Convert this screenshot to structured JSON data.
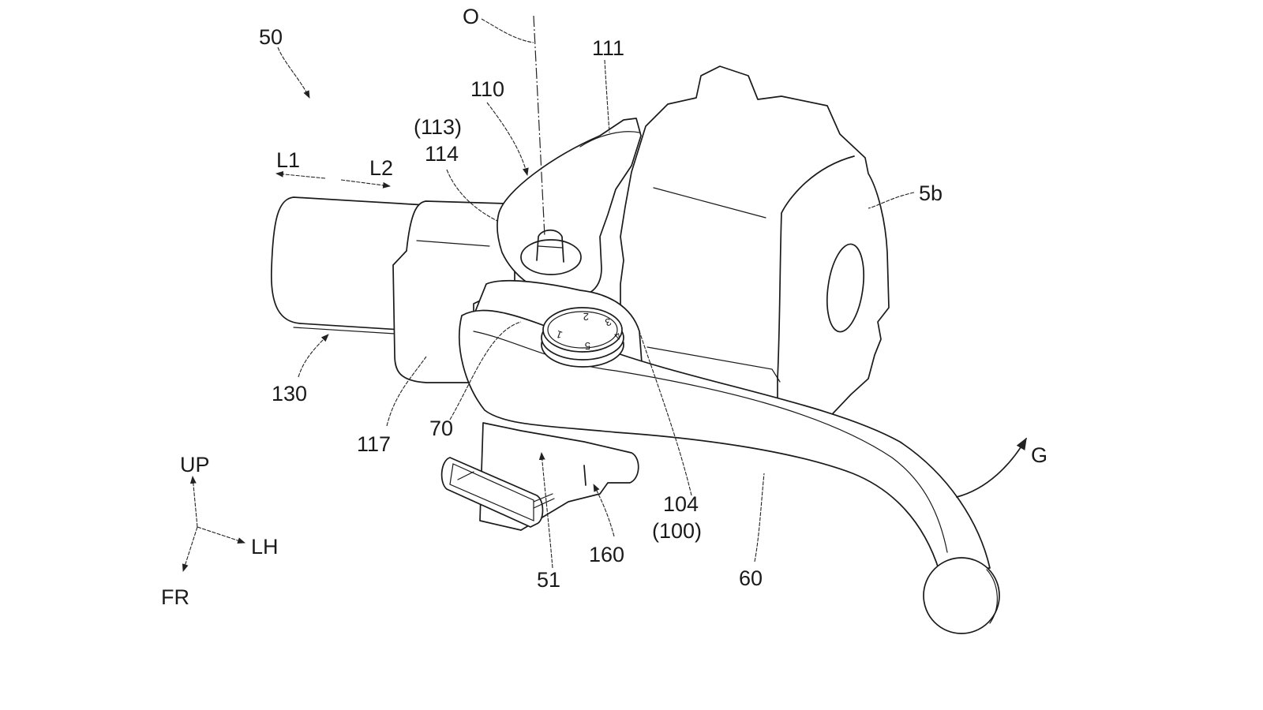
{
  "figure": {
    "type": "patent-drawing",
    "subject": "brake/clutch lever assembly with adjustment dial",
    "labels": {
      "assembly": "50",
      "axis": "O",
      "part_111": "111",
      "part_110": "110",
      "part_113": "(113)",
      "part_114": "114",
      "dir_L1": "L1",
      "dir_L2": "L2",
      "part_5b": "5b",
      "part_130": "130",
      "part_117": "117",
      "part_70": "70",
      "part_104": "104",
      "part_100": "(100)",
      "part_51": "51",
      "part_160": "160",
      "part_60": "60",
      "rotation_G": "G"
    },
    "dial_numbers": [
      "1",
      "2",
      "3",
      "4",
      "5"
    ],
    "orientation": {
      "up": "UP",
      "left_hand": "LH",
      "front": "FR"
    }
  }
}
